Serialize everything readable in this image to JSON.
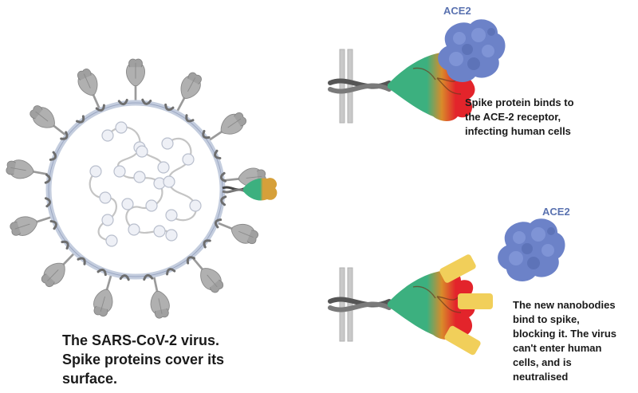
{
  "labels": {
    "ace2_top": "ACE2",
    "ace2_bottom": "ACE2",
    "virus_caption": [
      "The SARS-CoV-2 virus.",
      "Spike proteins cover its",
      "surface."
    ],
    "binding_caption": [
      "Spike protein binds to",
      "the ACE-2 receptor,",
      "infecting human cells"
    ],
    "nanobody_caption": [
      "The new nanobodies",
      "bind to spike,",
      "blocking it. The virus",
      "can't enter human",
      "cells, and is",
      "neutralised"
    ]
  },
  "colors": {
    "envelope": "#c4cdde",
    "spike_grey": "#a8a8a8",
    "rna_bead": "#eef0f6",
    "spike_green": "#3cb07f",
    "spike_orange": "#e8872c",
    "spike_red": "#e3242b",
    "spike_gold": "#d6a03a",
    "ace2_blue": "#6c82c8",
    "nanobody_yellow": "#f1cf5a",
    "membrane": "#c9c9c9"
  },
  "icons": {
    "virus": "sars-cov-2-virus-icon",
    "receptor": "ace2-receptor-icon",
    "nanobody": "nanobody-icon",
    "membrane": "cell-membrane-icon"
  }
}
